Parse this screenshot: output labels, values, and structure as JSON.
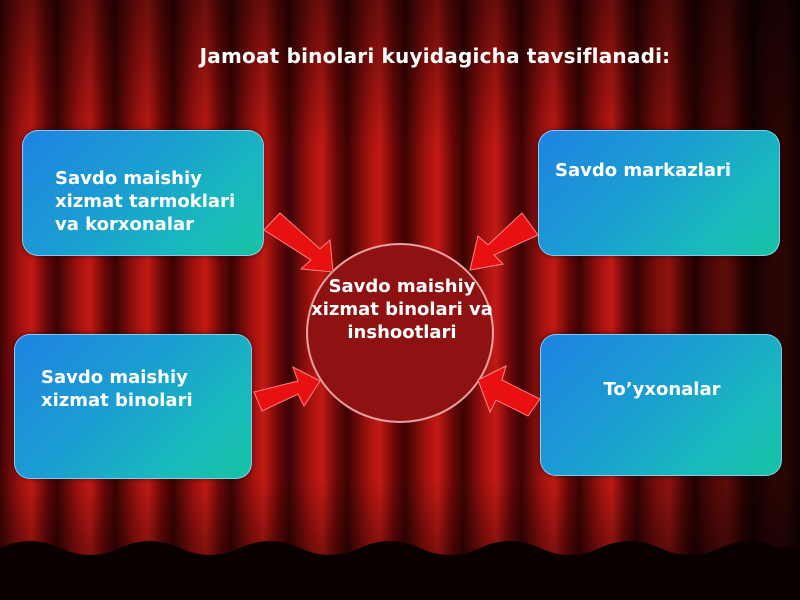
{
  "title": "Jamoat binolari kuyidagicha tavsiflanadi:",
  "center": {
    "label": "Savdo maishiy xizmat binolari va inshootlari"
  },
  "boxes": {
    "top_left": "Savdo maishiy xizmat tarmoklari va korxonalar",
    "top_right": "Savdo markazlari",
    "bottom_left": "Savdo maishiy xizmat binolari",
    "bottom_right": "To’yxonalar"
  },
  "colors": {
    "curtain": "#7a0c0c",
    "box_gradient_start": "#1f83e3",
    "box_gradient_end": "#17c3a4",
    "center_fill": "#8f1213",
    "arrow": "#e81010"
  }
}
